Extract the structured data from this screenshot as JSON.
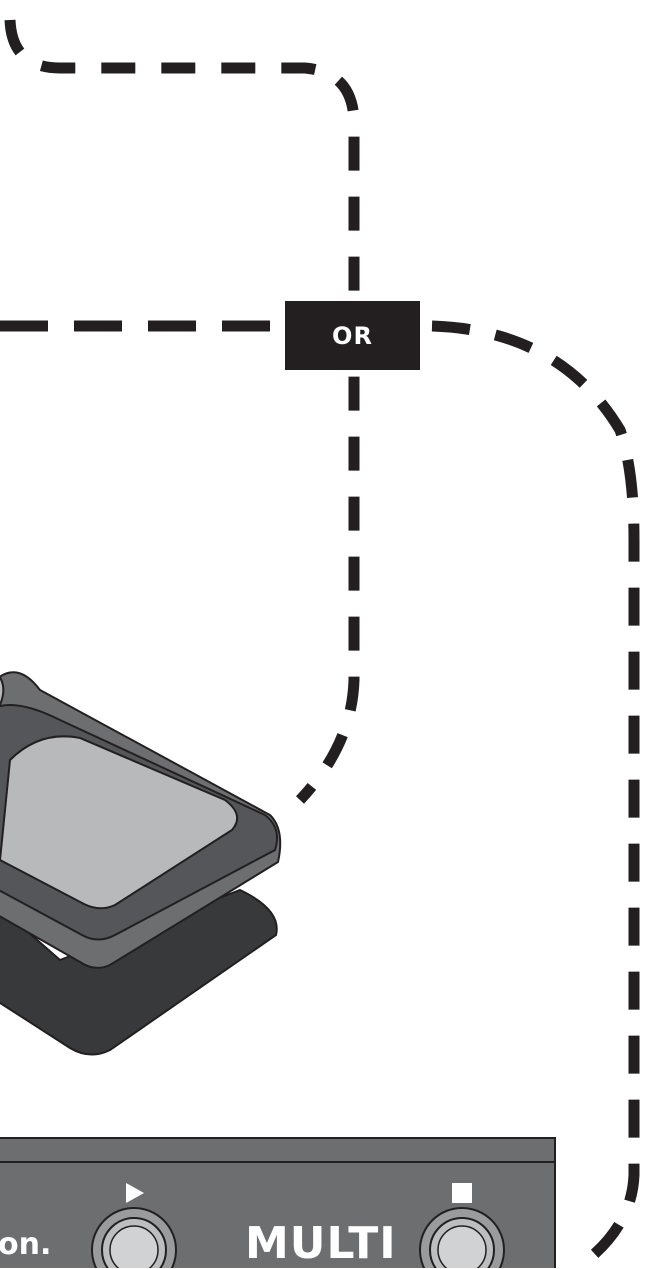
{
  "labels": {
    "or": "OR",
    "multi": "MULTI",
    "brand_fragment": "on."
  },
  "icons": {
    "play": "play-icon",
    "stop": "stop-icon"
  },
  "colors": {
    "dash": "#231f20",
    "or_box": "#231f20",
    "pedal_light": "#b8b9bb",
    "pedal_mid": "#6d6e70",
    "pedal_dark": "#38393b",
    "panel": "#6d6e70",
    "footswitch": "#bcbec0"
  }
}
